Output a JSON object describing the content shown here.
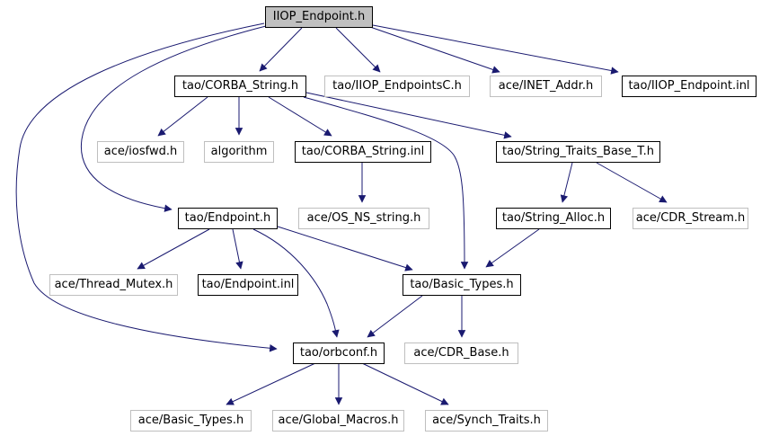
{
  "diagram": {
    "kind": "include-dependency-graph",
    "root": "IIOP_Endpoint.h",
    "colors": {
      "edge": "#1a1a70",
      "internal_border": "#000000",
      "external_border": "#bfbfbf",
      "root_fill": "#c0c0c0",
      "node_fill": "#ffffff",
      "background": "#ffffff"
    },
    "nodes": [
      {
        "id": "iiop-endpoint-h",
        "label": "IIOP_Endpoint.h",
        "kind": "root"
      },
      {
        "id": "tao-corba-string-h",
        "label": "tao/CORBA_String.h",
        "kind": "internal"
      },
      {
        "id": "tao-iiop-endpointsc-h",
        "label": "tao/IIOP_EndpointsC.h",
        "kind": "external"
      },
      {
        "id": "ace-inet-addr-h",
        "label": "ace/INET_Addr.h",
        "kind": "external"
      },
      {
        "id": "tao-iiop-endpoint-inl",
        "label": "tao/IIOP_Endpoint.inl",
        "kind": "internal"
      },
      {
        "id": "ace-iosfwd-h",
        "label": "ace/iosfwd.h",
        "kind": "external"
      },
      {
        "id": "algorithm",
        "label": "algorithm",
        "kind": "external"
      },
      {
        "id": "tao-corba-string-inl",
        "label": "tao/CORBA_String.inl",
        "kind": "internal"
      },
      {
        "id": "tao-string-traits-base",
        "label": "tao/String_Traits_Base_T.h",
        "kind": "internal"
      },
      {
        "id": "tao-endpoint-h",
        "label": "tao/Endpoint.h",
        "kind": "internal"
      },
      {
        "id": "ace-os-ns-string-h",
        "label": "ace/OS_NS_string.h",
        "kind": "external"
      },
      {
        "id": "tao-string-alloc-h",
        "label": "tao/String_Alloc.h",
        "kind": "internal"
      },
      {
        "id": "ace-cdr-stream-h",
        "label": "ace/CDR_Stream.h",
        "kind": "external"
      },
      {
        "id": "ace-thread-mutex-h",
        "label": "ace/Thread_Mutex.h",
        "kind": "external"
      },
      {
        "id": "tao-endpoint-inl",
        "label": "tao/Endpoint.inl",
        "kind": "internal"
      },
      {
        "id": "tao-basic-types-h",
        "label": "tao/Basic_Types.h",
        "kind": "internal"
      },
      {
        "id": "tao-orbconf-h",
        "label": "tao/orbconf.h",
        "kind": "internal"
      },
      {
        "id": "ace-cdr-base-h",
        "label": "ace/CDR_Base.h",
        "kind": "external"
      },
      {
        "id": "ace-basic-types-h",
        "label": "ace/Basic_Types.h",
        "kind": "external"
      },
      {
        "id": "ace-global-macros-h",
        "label": "ace/Global_Macros.h",
        "kind": "external"
      },
      {
        "id": "ace-synch-traits-h",
        "label": "ace/Synch_Traits.h",
        "kind": "external"
      }
    ],
    "edges": [
      {
        "from": "iiop-endpoint-h",
        "to": "tao-corba-string-h"
      },
      {
        "from": "iiop-endpoint-h",
        "to": "tao-iiop-endpointsc-h"
      },
      {
        "from": "iiop-endpoint-h",
        "to": "ace-inet-addr-h"
      },
      {
        "from": "iiop-endpoint-h",
        "to": "tao-iiop-endpoint-inl"
      },
      {
        "from": "iiop-endpoint-h",
        "to": "tao-endpoint-h"
      },
      {
        "from": "iiop-endpoint-h",
        "to": "tao-orbconf-h"
      },
      {
        "from": "tao-corba-string-h",
        "to": "ace-iosfwd-h"
      },
      {
        "from": "tao-corba-string-h",
        "to": "algorithm"
      },
      {
        "from": "tao-corba-string-h",
        "to": "tao-corba-string-inl"
      },
      {
        "from": "tao-corba-string-h",
        "to": "tao-string-traits-base"
      },
      {
        "from": "tao-corba-string-h",
        "to": "tao-basic-types-h"
      },
      {
        "from": "tao-corba-string-inl",
        "to": "ace-os-ns-string-h"
      },
      {
        "from": "tao-string-traits-base",
        "to": "tao-string-alloc-h"
      },
      {
        "from": "tao-string-traits-base",
        "to": "ace-cdr-stream-h"
      },
      {
        "from": "tao-string-alloc-h",
        "to": "tao-basic-types-h"
      },
      {
        "from": "tao-endpoint-h",
        "to": "ace-thread-mutex-h"
      },
      {
        "from": "tao-endpoint-h",
        "to": "tao-endpoint-inl"
      },
      {
        "from": "tao-endpoint-h",
        "to": "tao-basic-types-h"
      },
      {
        "from": "tao-endpoint-h",
        "to": "tao-orbconf-h"
      },
      {
        "from": "tao-basic-types-h",
        "to": "tao-orbconf-h"
      },
      {
        "from": "tao-basic-types-h",
        "to": "ace-cdr-base-h"
      },
      {
        "from": "tao-orbconf-h",
        "to": "ace-basic-types-h"
      },
      {
        "from": "tao-orbconf-h",
        "to": "ace-global-macros-h"
      },
      {
        "from": "tao-orbconf-h",
        "to": "ace-synch-traits-h"
      }
    ]
  }
}
